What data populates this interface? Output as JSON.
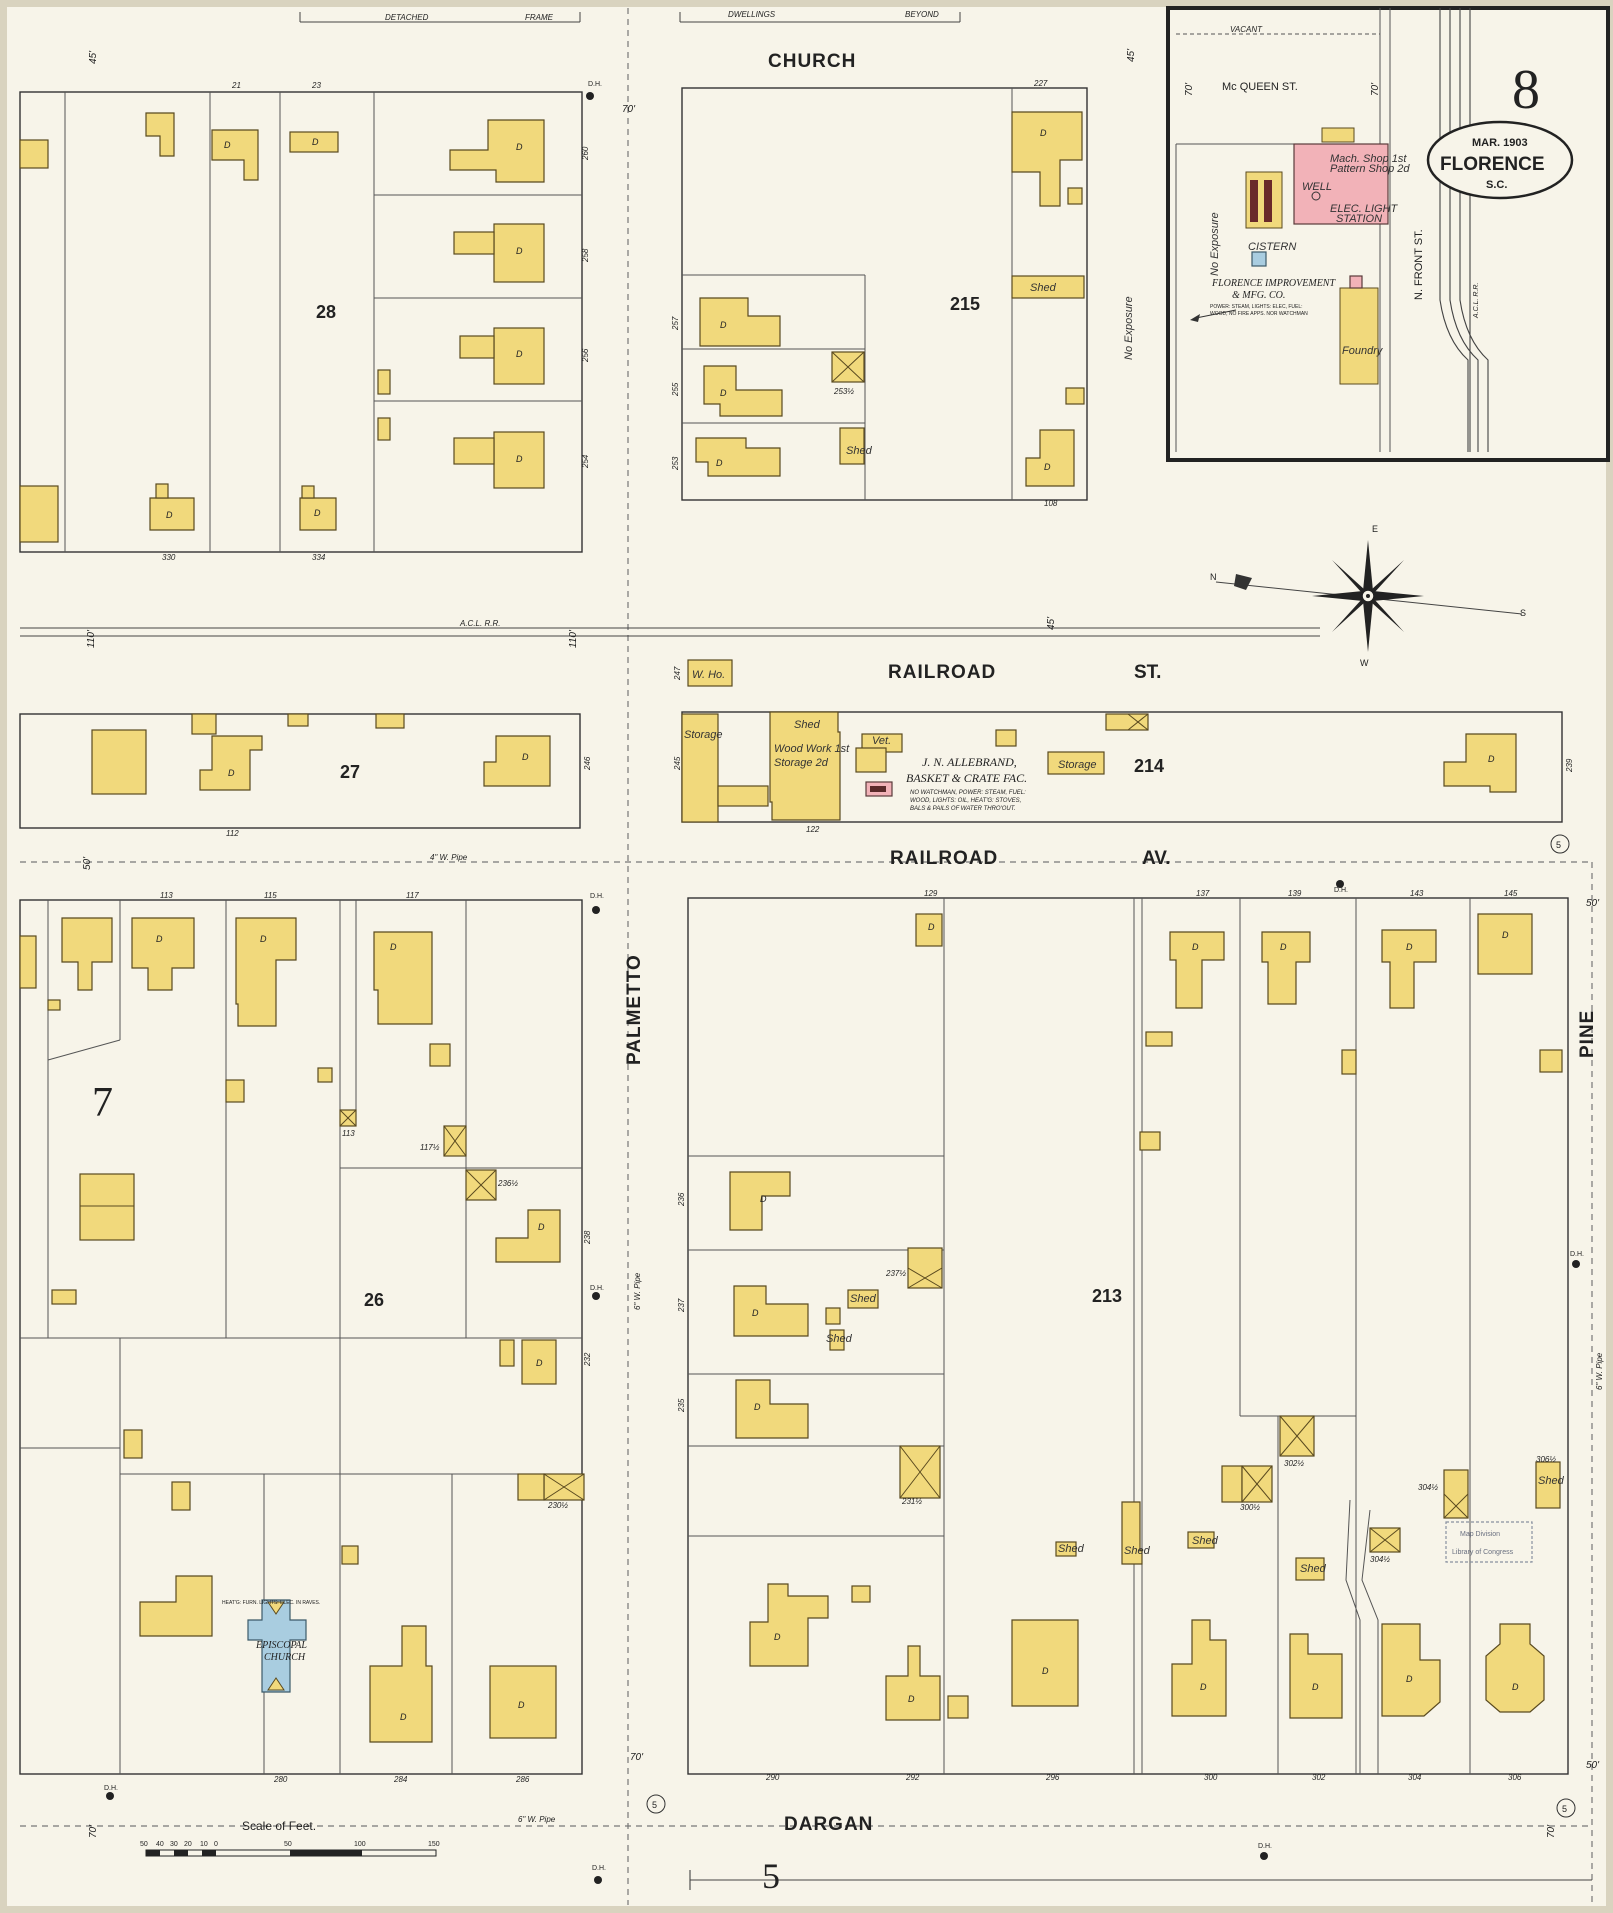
{
  "sheet": {
    "sheet_number": "8",
    "date": "MAR. 1903",
    "city": "FLORENCE",
    "state": "S.C.",
    "footer_number": "5",
    "stamp_text": [
      "Map Division",
      "Library of Congress"
    ]
  },
  "streets": {
    "church": "CHURCH",
    "railroad_st": [
      "RAILROAD",
      "ST."
    ],
    "railroad_av": [
      "RAILROAD",
      "AV."
    ],
    "palmetto": "PALMETTO",
    "pine": "PINE",
    "dargan": "DARGAN",
    "mcqueen": "Mc QUEEN  ST.",
    "n_front": "N. FRONT  ST.",
    "acl_rr": "A.C.L. R.R.",
    "acl_rr_inset": "A.C.L. R.R."
  },
  "blocks": {
    "b28": "28",
    "b215": "215",
    "b27": "27",
    "b214": "214",
    "b7": "7",
    "b26": "26",
    "b213": "213"
  },
  "notes": {
    "detached": "DETACHED",
    "frame": "FRAME",
    "dwellings": "DWELLINGS",
    "beyond": "BEYOND",
    "vacant": "VACANT",
    "no_exposure": "No Exposure",
    "exposure": "No Exposure",
    "pipe_4": "4\" W. Pipe",
    "pipe_6_palmetto": "6\" W. Pipe",
    "pipe_6_dargan": "6\" W. Pipe",
    "pipe_6_pine": "6\" W. Pipe"
  },
  "facilities": {
    "allebrand_name": "J. N. ALLEBRAND,",
    "allebrand_type": "BASKET & CRATE FAC.",
    "allebrand_note": [
      "NO WATCHMAN, POWER: STEAM, FUEL:",
      "WOOD, LIGHTS: OIL, HEAT'G: STOVES,",
      "BALS & PAILS OF WATER THRO'OUT."
    ],
    "woodwork": "Wood Work 1st",
    "storage2": "Storage 2d",
    "shed": "Shed",
    "storage": "Storage",
    "vet": "Vet.",
    "w_ho": "W. Ho.",
    "florence_name": "FLORENCE IMPROVEMENT",
    "florence_co": "& MFG. CO.",
    "florence_note": [
      "POWER: STEAM, LIGHTS: ELEC, FUEL:",
      "WOOD, NO FIRE APPS. NOR WATCHMAN"
    ],
    "mach_shop": "Mach. Shop 1st",
    "pattern_shop": "Pattern Shop 2d",
    "elec_light": "ELEC. LIGHT",
    "station": "STATION",
    "foundry": "Foundry",
    "well": "WELL",
    "cistern": "CISTERN",
    "church_name": "EPISCOPAL",
    "church_word": "CHURCH",
    "church_note": "HEAT'G: FURN. LIGHTS: ELEC. IN RAVES."
  },
  "dwelling_mark": "D",
  "numbers": {
    "n21": "21",
    "n23": "23",
    "n227": "227",
    "n260": "260",
    "n258": "258",
    "n256": "256",
    "n254": "254",
    "n330": "330",
    "n334": "334",
    "n257": "257",
    "n255": "255",
    "n253": "253",
    "n2535": "253½",
    "n108": "108",
    "n247": "247",
    "n245": "245",
    "n246": "246",
    "n239": "239",
    "n112": "112",
    "n122": "122",
    "n113": "113",
    "n115": "115",
    "n117": "117",
    "n129": "129",
    "n137": "137",
    "n139": "139",
    "n143": "143",
    "n145": "145",
    "n1175": "117½",
    "n113b": "113",
    "n2365": "236½",
    "n238": "238",
    "n236": "236",
    "n232": "232",
    "n2305": "230½",
    "n237": "237",
    "n235": "235",
    "n2375": "237½",
    "n2315": "231½",
    "n280": "280",
    "n284": "284",
    "n286": "286",
    "n290": "290",
    "n292": "292",
    "n296": "296",
    "n300": "300",
    "n302": "302",
    "n304": "304",
    "n306": "306",
    "n3005": "300½",
    "n3025": "302½",
    "n3045": "304½",
    "n3065": "306½",
    "n3045b": "304½"
  },
  "widths": {
    "w45a": "45'",
    "w45b": "45'",
    "w70a": "70'",
    "w70b": "70'",
    "w70c": "70'",
    "w70d": "70'",
    "w110a": "110'",
    "w110b": "110'",
    "w45c": "45'",
    "w50a": "50'",
    "w50b": "50'",
    "w50c": "50'",
    "w70e": "70'",
    "w70f": "70'"
  },
  "hydrants": {
    "dh": "D.H."
  },
  "circles": {
    "five": "5"
  },
  "scale": {
    "title": "Scale of Feet.",
    "ticks": [
      "50",
      "40",
      "30",
      "20",
      "10",
      "0",
      "50",
      "100",
      "150"
    ]
  },
  "compass": {
    "n": "N",
    "s": "S",
    "e": "E",
    "w": "W"
  }
}
